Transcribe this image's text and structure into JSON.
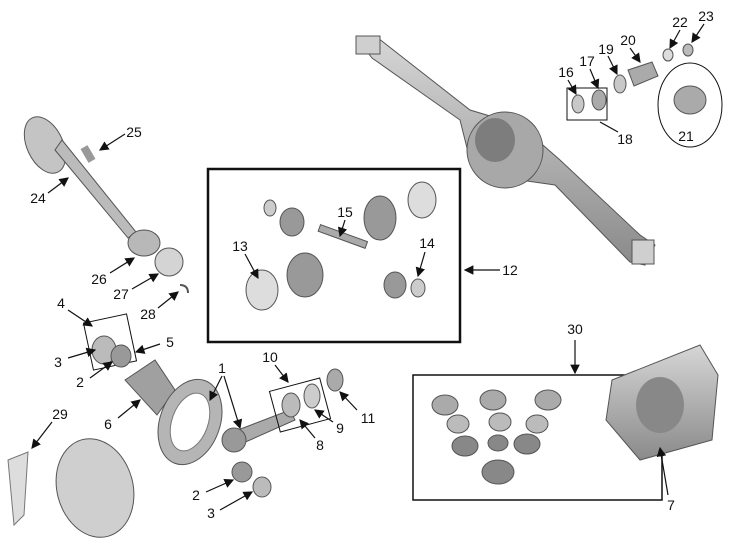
{
  "callouts": {
    "n1": "1",
    "n2a": "2",
    "n2b": "2",
    "n3a": "3",
    "n3b": "3",
    "n4": "4",
    "n5": "5",
    "n6": "6",
    "n7": "7",
    "n8": "8",
    "n9": "9",
    "n10": "10",
    "n11": "11",
    "n12": "12",
    "n13": "13",
    "n14": "14",
    "n15": "15",
    "n16": "16",
    "n17": "17",
    "n18": "18",
    "n19": "19",
    "n20": "20",
    "n21": "21",
    "n22": "22",
    "n23": "23",
    "n24": "24",
    "n25": "25",
    "n26": "26",
    "n27": "27",
    "n28": "28",
    "n29": "29",
    "n30": "30"
  },
  "colors": {
    "part_fill": "#b8b8b8",
    "part_dark": "#7a7a7a",
    "part_light": "#dcdcdc",
    "line": "#111111"
  }
}
